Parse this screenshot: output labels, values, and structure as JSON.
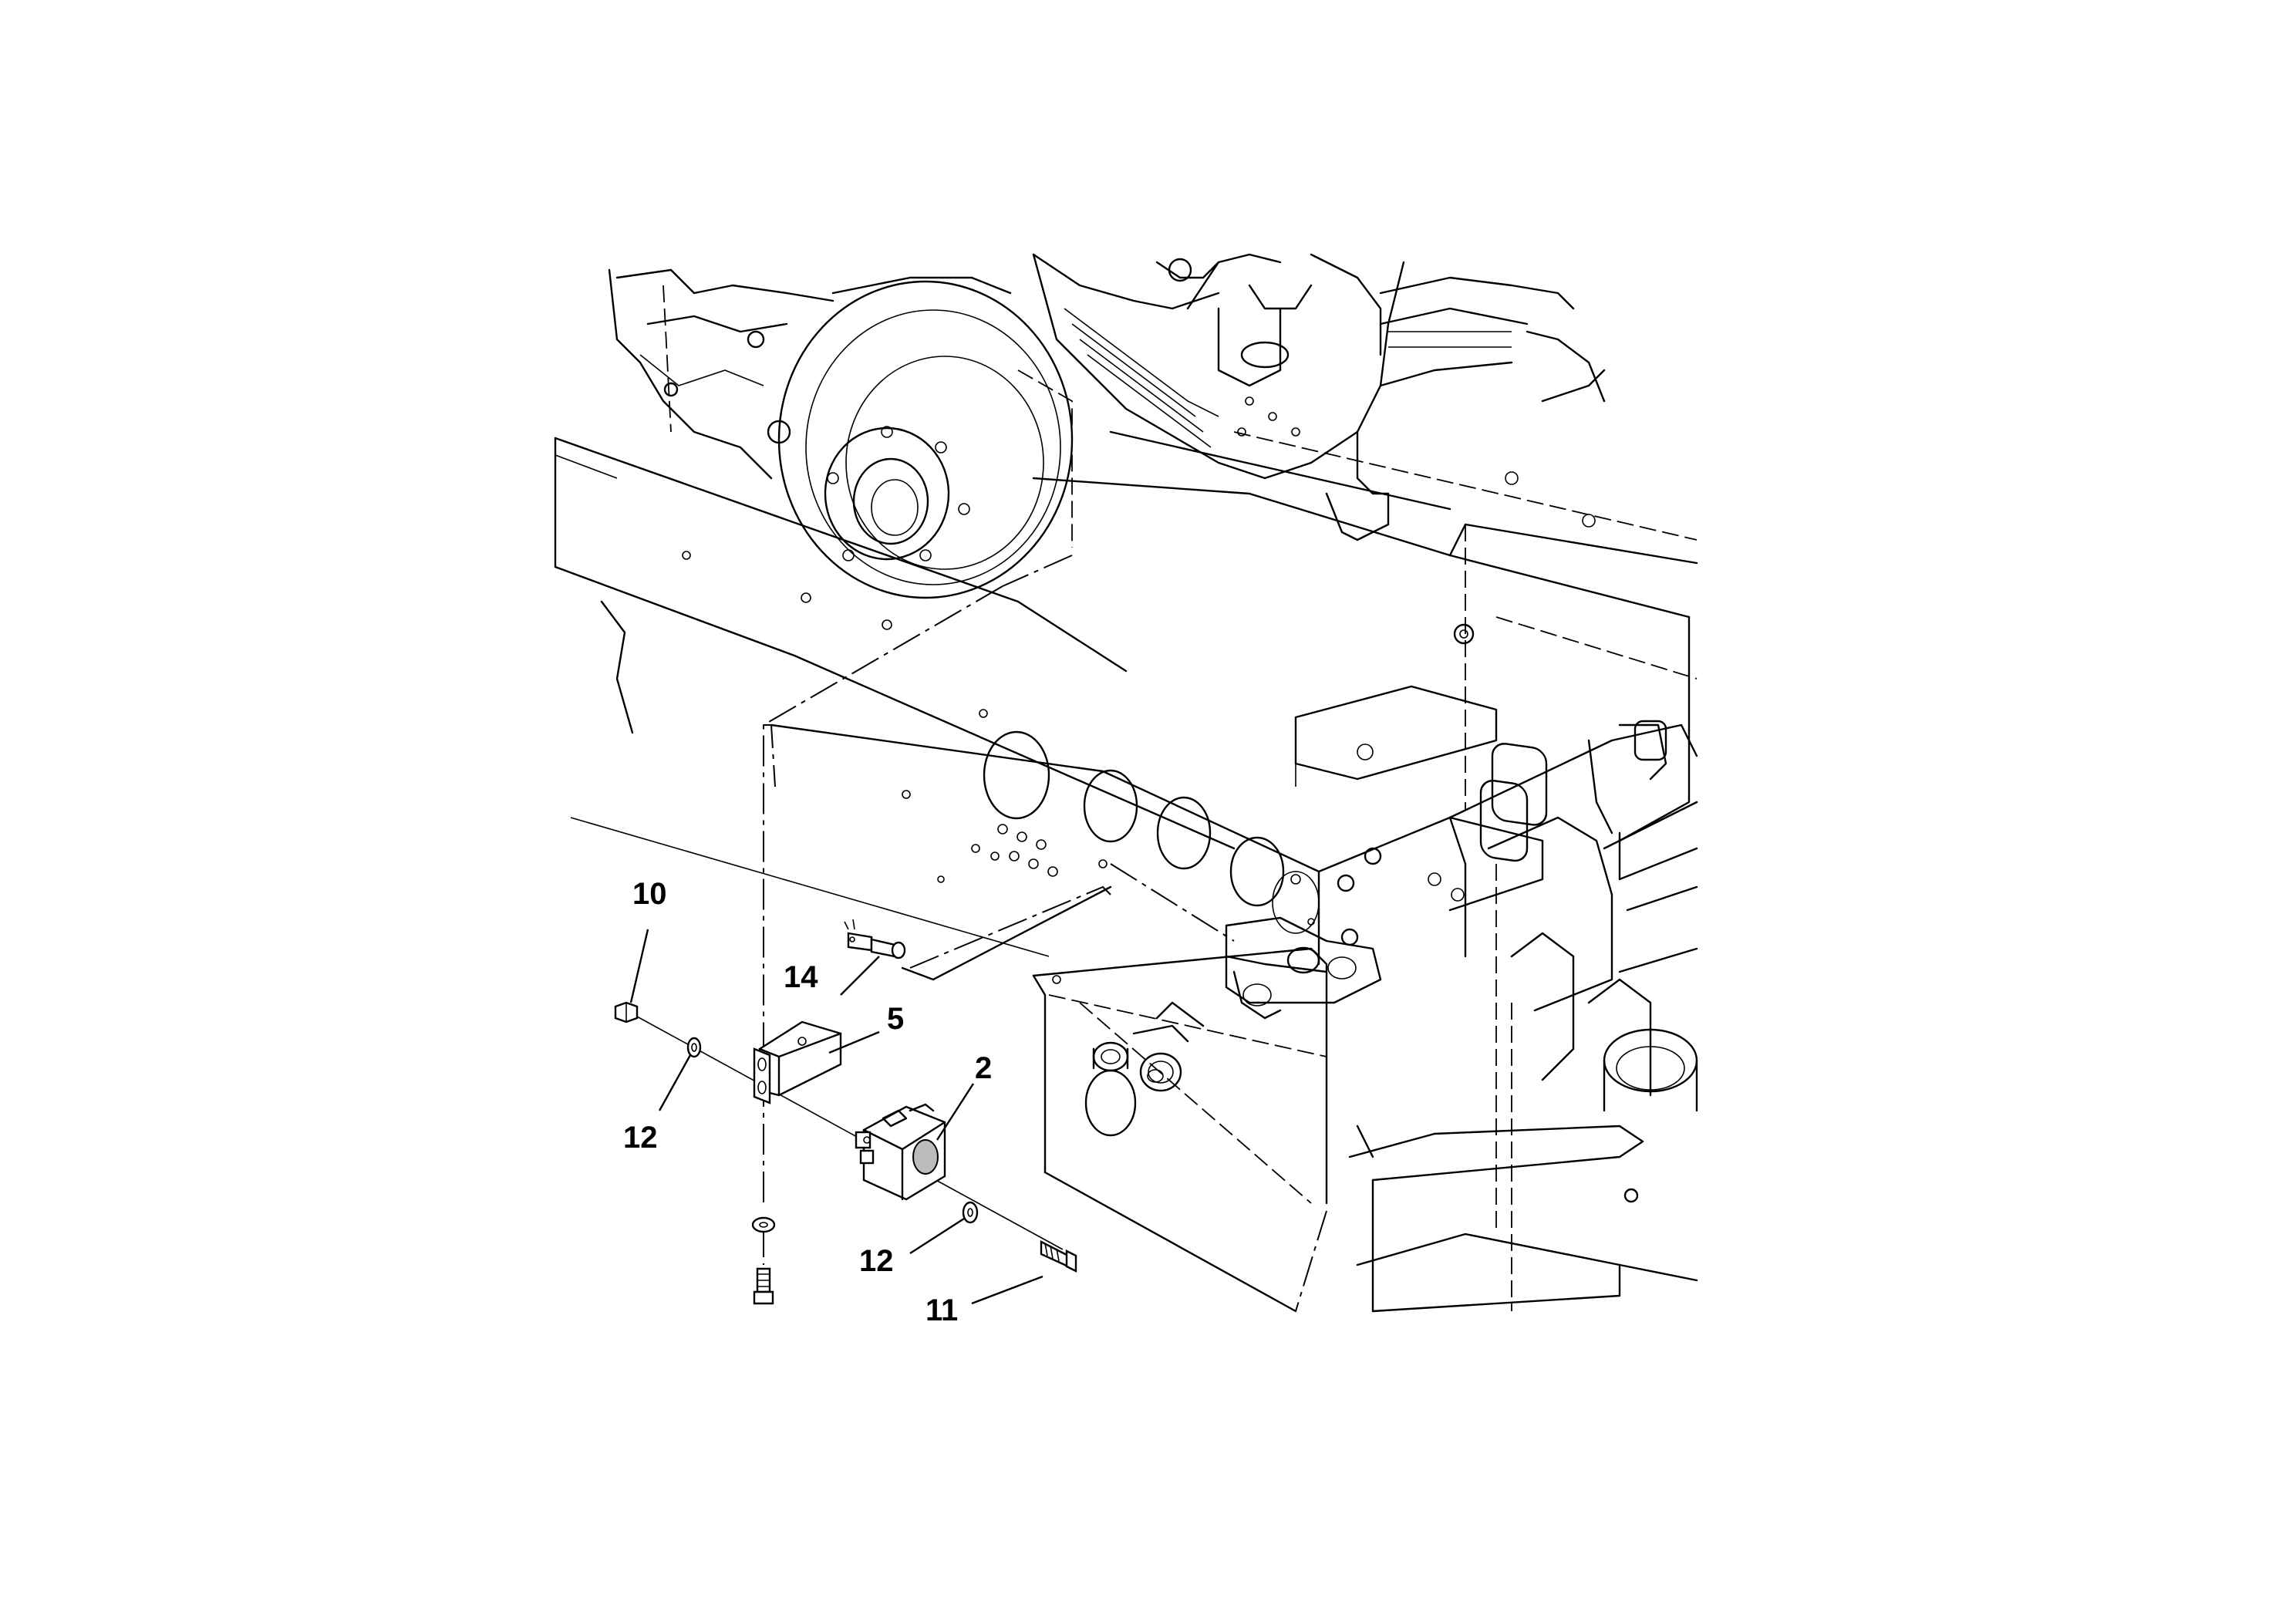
{
  "callouts": [
    {
      "id": "10",
      "label": "10"
    },
    {
      "id": "12a",
      "label": "12"
    },
    {
      "id": "14",
      "label": "14"
    },
    {
      "id": "5",
      "label": "5"
    },
    {
      "id": "2",
      "label": "2"
    },
    {
      "id": "12b",
      "label": "12"
    },
    {
      "id": "11",
      "label": "11"
    }
  ]
}
